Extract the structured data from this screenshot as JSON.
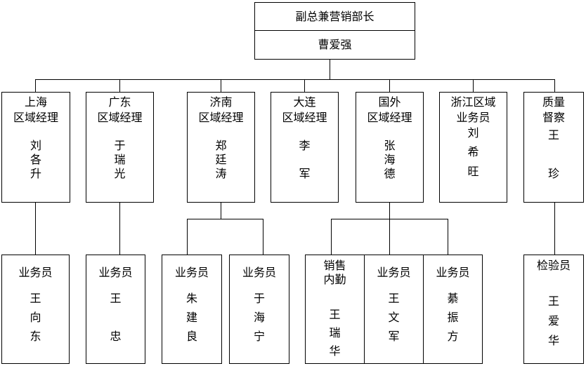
{
  "top": {
    "title": "副总兼营销部长",
    "name": "曹爱强"
  },
  "managers": {
    "shanghai": {
      "title1": "上海",
      "title2": "区域经理",
      "n1": "刘",
      "n2": "各",
      "n3": "升"
    },
    "guangdong": {
      "title1": "广东",
      "title2": "区域经理",
      "n1": "于",
      "n2": "瑞",
      "n3": "光"
    },
    "jinan": {
      "title1": "济南",
      "title2": "区域经理",
      "n1": "郑",
      "n2": "廷",
      "n3": "涛"
    },
    "dalian": {
      "title1": "大连",
      "title2": "区域经理",
      "n1": "李",
      "n2": "军"
    },
    "guowai": {
      "title1": "国外",
      "title2": "区域经理",
      "n1": "张",
      "n2": "海",
      "n3": "德"
    },
    "zhejiang": {
      "title1": "浙江区域",
      "title2": "业务员",
      "n1": "刘",
      "n2": "希",
      "n3": "旺"
    },
    "zhiliang": {
      "title1": "质量",
      "title2": "督察",
      "n1": "王",
      "n2": "珍"
    }
  },
  "staff": {
    "s1": {
      "role": "业务员",
      "n1": "王",
      "n2": "向",
      "n3": "东"
    },
    "s2": {
      "role": "业务员",
      "n1": "王",
      "n2": "忠"
    },
    "s3": {
      "role": "业务员",
      "n1": "朱",
      "n2": "建",
      "n3": "良"
    },
    "s4": {
      "role": "业务员",
      "n1": "于",
      "n2": "海",
      "n3": "宁"
    },
    "s5": {
      "role1": "销售",
      "role2": "内勤",
      "n1": "王",
      "n2": "瑞",
      "n3": "华"
    },
    "s6": {
      "role": "业务员",
      "n1": "王",
      "n2": "文",
      "n3": "军"
    },
    "s7": {
      "role": "业务员",
      "n1": "綦",
      "n2": "振",
      "n3": "方"
    },
    "s8": {
      "role": "检验员",
      "n1": "王",
      "n2": "爱",
      "n3": "华"
    }
  }
}
